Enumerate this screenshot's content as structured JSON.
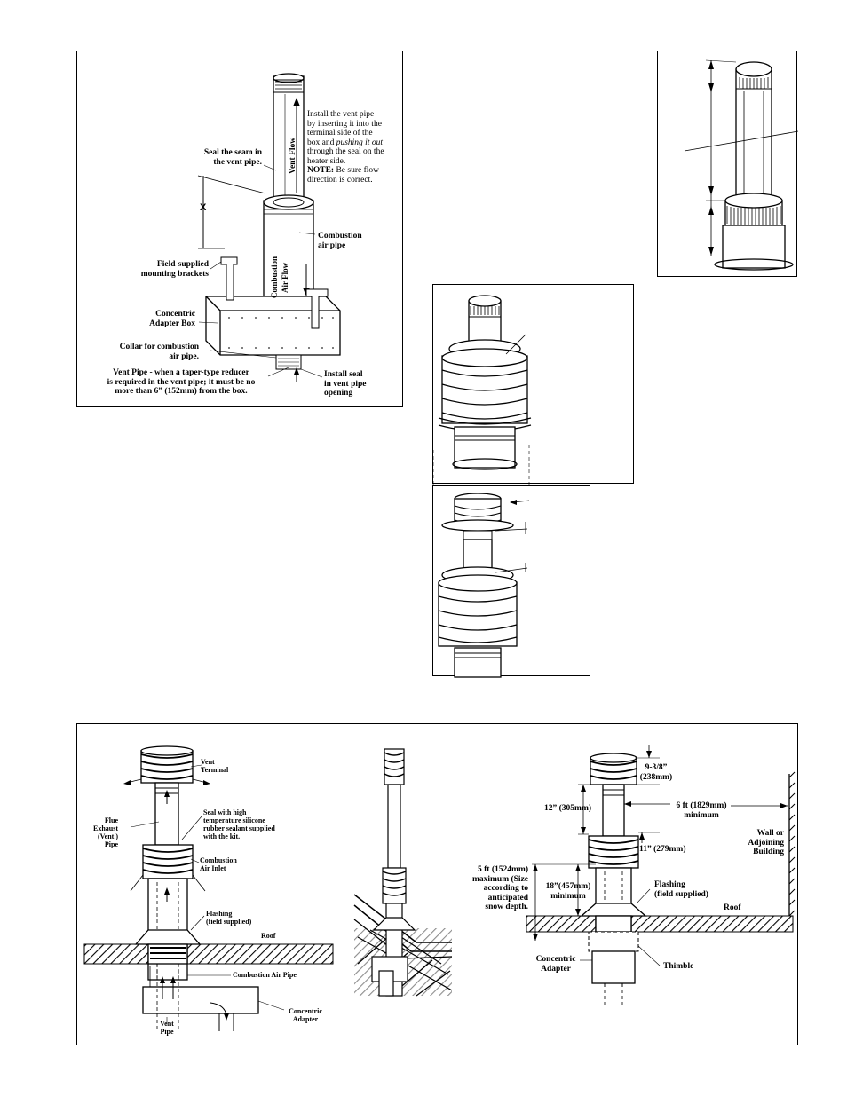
{
  "figure1": {
    "install_note_1": "Install the vent pipe",
    "install_note_2": "by inserting it into the",
    "install_note_3": "terminal side of the",
    "install_note_4a": "box and ",
    "install_note_4b": "pushing it out",
    "install_note_5": "through the seal on the",
    "install_note_6": "heater side.",
    "note_bold": "NOTE:",
    "note_rest": " Be sure flow",
    "note_line2": "direction is correct.",
    "seal_seam_1": "Seal the seam in",
    "seal_seam_2": "the vent pipe.",
    "vent_flow": "Vent Flow",
    "x_label": "X",
    "combustion_air_pipe_1": "Combustion",
    "combustion_air_pipe_2": "air pipe",
    "combustion_air_flow_1": "Combustion",
    "combustion_air_flow_2": "Air Flow",
    "field_brackets_1": "Field-supplied",
    "field_brackets_2": "mounting  brackets",
    "adapter_box_1": "Concentric",
    "adapter_box_2": "Adapter Box",
    "collar_1": "Collar for combustion",
    "collar_2": "air pipe.",
    "vent_pipe_1": "Vent Pipe - when a taper-type reducer",
    "vent_pipe_2": "is required in the vent pipe; it must be no",
    "vent_pipe_3": "more than  6” (152mm) from the box.",
    "install_seal_1": "Install seal",
    "install_seal_2": "in vent pipe",
    "install_seal_3": "opening"
  },
  "figure5": {
    "vent_terminal_1": "Vent",
    "vent_terminal_2": "Terminal",
    "flue_1": "Flue",
    "flue_2": "Exhaust",
    "flue_3": "(Vent )",
    "flue_4": "Pipe",
    "seal_1": "Seal with high",
    "seal_2": "temperature silicone",
    "seal_3": "rubber sealant supplied",
    "seal_4": "with the kit.",
    "inlet_1": "Combustion",
    "inlet_2": "Air Inlet",
    "flashing_1": "Flashing",
    "flashing_2": "(field supplied)",
    "roof": "Roof",
    "comb_air_pipe": "Combustion Air Pipe",
    "adapter_1": "Concentric",
    "adapter_2": "Adapter",
    "vent_pipe_1": "Vent",
    "vent_pipe_2": "Pipe"
  },
  "figure6": {
    "dim_938_1": "9-3/8”",
    "dim_938_2": "(238mm)",
    "dim_12": "12” (305mm)",
    "dim_6ft_1": "6 ft (1829mm)",
    "dim_6ft_2": "minimum",
    "wall_1": "Wall or",
    "wall_2": "Adjoining",
    "wall_3": "Building",
    "dim_11": "11” (279mm)",
    "max_1": "5 ft (1524mm)",
    "max_2": "maximum (Size",
    "max_3": "according to",
    "max_4": "anticipated",
    "max_5": "snow depth.",
    "dim_18_1": "18”(457mm)",
    "dim_18_2": "minimum",
    "flashing_1": "Flashing",
    "flashing_2": "(field supplied)",
    "roof": "Roof",
    "adapter_1": "Concentric",
    "adapter_2": "Adapter",
    "thimble": "Thimble"
  }
}
